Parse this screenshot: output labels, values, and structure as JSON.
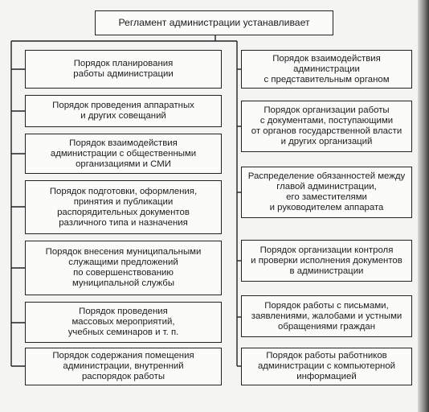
{
  "title": "Регламент администрации устанавливает",
  "left_items": [
    "Порядок планирования\nработы администрации",
    "Порядок проведения аппаратных\nи других совещаний",
    "Порядок взаимодействия\nадминистрации с общественными\nорганизациями и СМИ",
    "Порядок подготовки, оформления,\nпринятия и публикации\nраспорядительных документов\nразличного типа и назначения",
    "Порядок внесения муниципальными\nслужащими предложений\nпо совершенствованию\nмуниципальной службы",
    "Порядок проведения\nмассовых мероприятий,\nучебных семинаров и т. п.",
    "Порядок содержания помещения\nадминистрации, внутренний\nраспорядок работы"
  ],
  "right_items": [
    "Порядок взаимодействия\nадминистрации\nс представительным органом",
    "Порядок организации работы\nс документами, поступающими\nот органов государственной власти\nи других организаций",
    "Распределение обязанностей между\nглавой администрации,\nего заместителями\nи руководителем аппарата",
    "Порядок организации контроля\nи проверки исполнения документов\nв администрации",
    "Порядок работы с письмами,\nзаявлениями, жалобами и устными\nобращениями граждан",
    "Порядок работы работников\nадминистрации с компьютерной\nинформацией"
  ]
}
